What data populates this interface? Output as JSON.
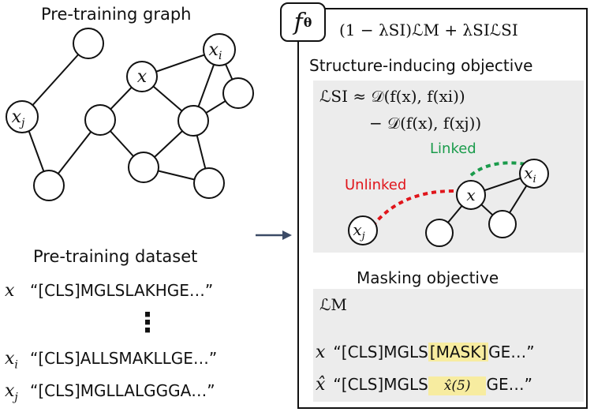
{
  "left": {
    "graph_title": "Pre-training graph",
    "dataset_title": "Pre-training dataset",
    "node_labels": {
      "x": "x",
      "xi_base": "x",
      "xi_sub": "i",
      "xj_base": "x",
      "xj_sub": "j"
    },
    "sequences": [
      {
        "var": "x",
        "sub": "",
        "text": "“[CLS]MGLSLAKHGE…”"
      },
      {
        "var": "x",
        "sub": "i",
        "text": "“[CLS]ALLSMAKLLGE…”"
      },
      {
        "var": "x",
        "sub": "j",
        "text": "“[CLS]MGLLALGGGA…”"
      }
    ],
    "ellipsis": "⋮"
  },
  "right": {
    "model_symbol": "f",
    "model_sub": "θ",
    "loss_formula": "(1 − λSI)ℒM + λSIℒSI",
    "si_title": "Structure-inducing objective",
    "si_formula_line1": "ℒSI ≈ 𝒟(f(x), f(xi))",
    "si_formula_line2": "− 𝒟(f(x), f(xj))",
    "linked_label": "Linked",
    "unlinked_label": "Unlinked",
    "masking_title": "Masking objective",
    "masking_loss": "ℒM",
    "masked_prefix": "“[CLS]MGLS",
    "masked_token": "[MASK]",
    "masked_suffix": "GE…”",
    "pred_prefix": "“[CLS]MGLS",
    "pred_token": "x̂(5)",
    "pred_suffix": "GE…”",
    "row_var_x": "x",
    "row_var_xhat": "x̂"
  },
  "colors": {
    "linked": "#1a9b4b",
    "unlinked": "#e0151b",
    "arrow": "#3b4a66",
    "highlight": "#f7eca0",
    "panel_gray": "#ececec"
  }
}
